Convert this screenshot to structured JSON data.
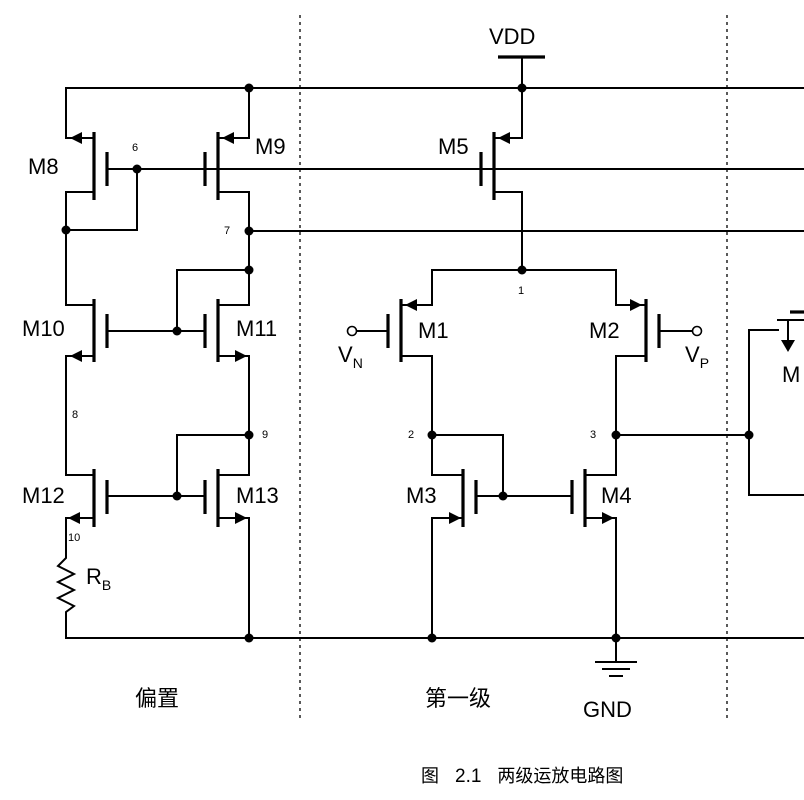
{
  "supply": {
    "vdd": "VDD",
    "gnd": "GND"
  },
  "transistors": {
    "m1": "M1",
    "m2": "M2",
    "m3": "M3",
    "m4": "M4",
    "m5": "M5",
    "m8": "M8",
    "m9": "M9",
    "m10": "M10",
    "m11": "M11",
    "m12": "M12",
    "m13": "M13",
    "m_cut": "M"
  },
  "inputs": {
    "vn_main": "V",
    "vn_sub": "N",
    "vp_main": "V",
    "vp_sub": "P"
  },
  "resistor": {
    "main": "R",
    "sub": "B"
  },
  "nodes": {
    "n1": "1",
    "n2": "2",
    "n3": "3",
    "n6": "6",
    "n7": "7",
    "n8": "8",
    "n9": "9",
    "n10": "10"
  },
  "sections": {
    "bias": "偏置",
    "first_stage": "第一级"
  },
  "caption": {
    "prefix": "图",
    "number": "2.1",
    "text": "两级运放电路图"
  }
}
